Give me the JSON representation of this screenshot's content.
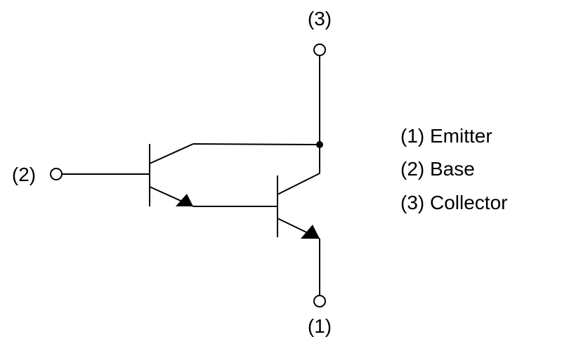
{
  "diagram": {
    "terminals": {
      "collector": "(3)",
      "base": "(2)",
      "emitter": "(1)"
    },
    "legend": [
      "(1) Emitter",
      "(2) Base",
      "(3) Collector"
    ]
  },
  "colors": {
    "line": "#000000",
    "background": "#ffffff"
  }
}
